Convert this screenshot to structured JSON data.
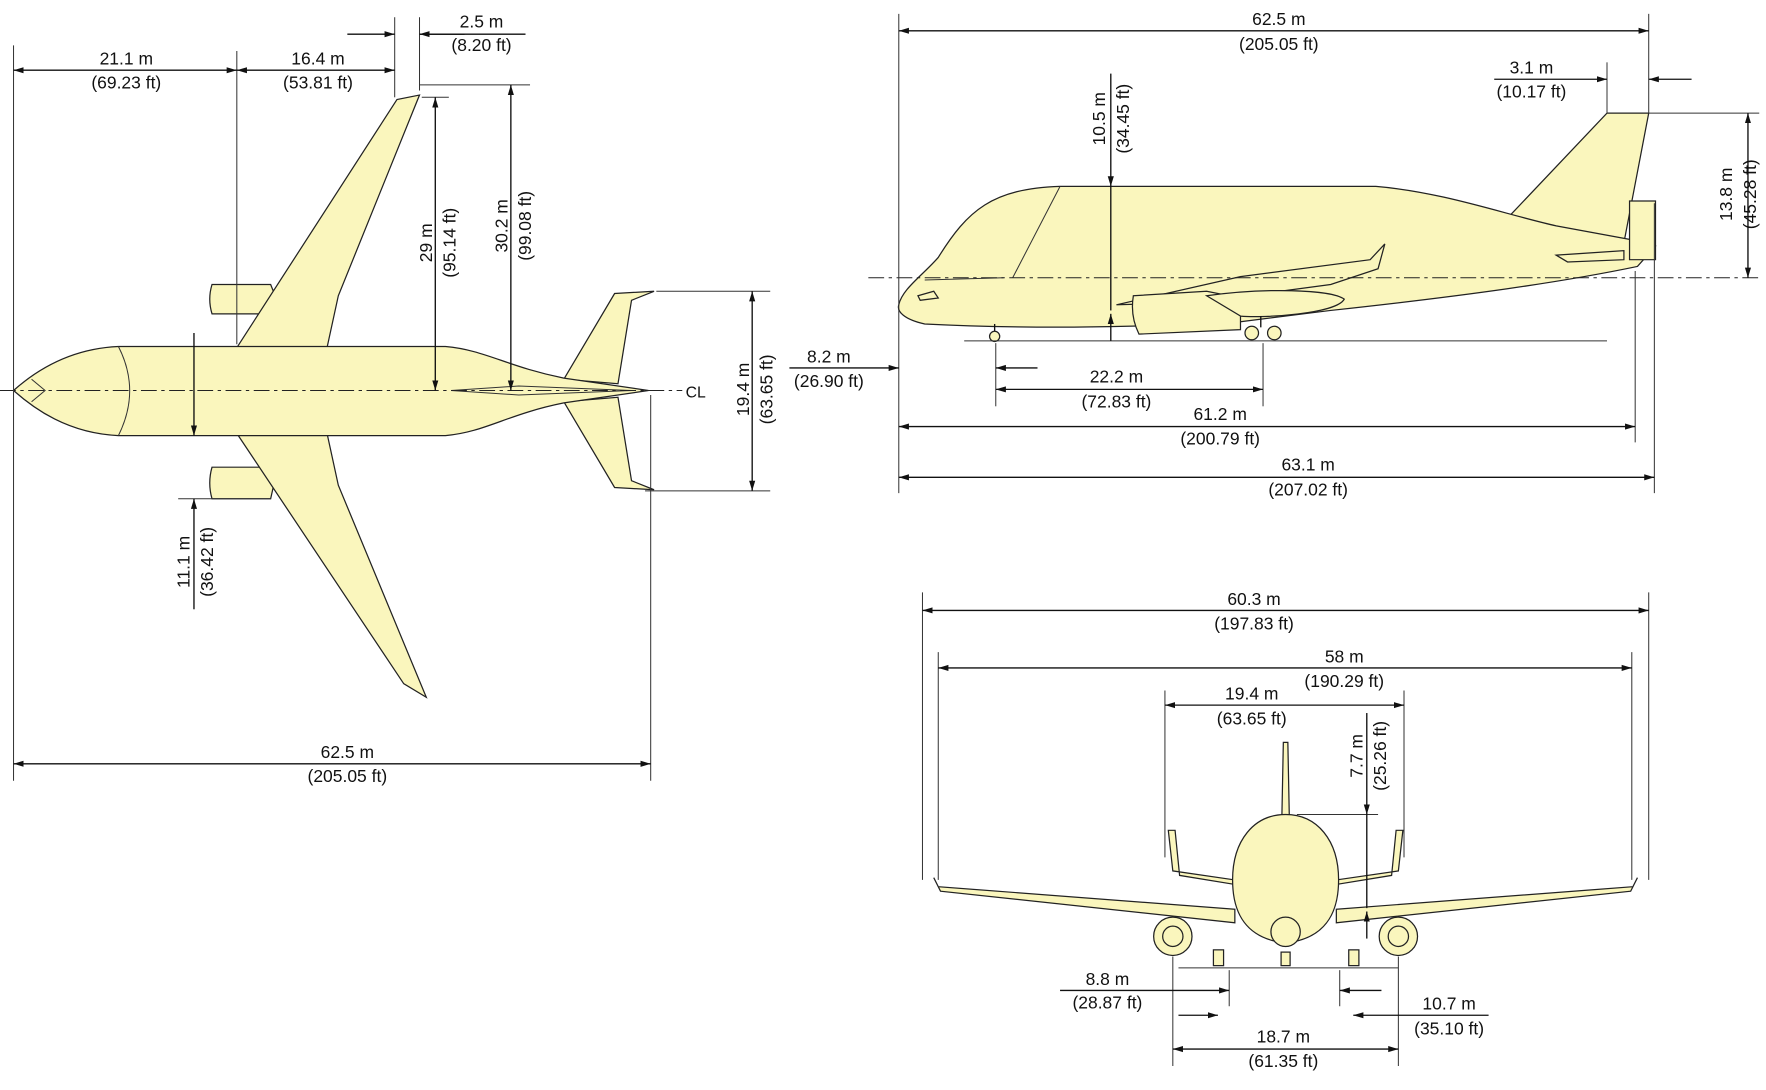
{
  "top_view": {
    "centerline_symbol": "CL",
    "dims": [
      {
        "m": "21.1 m",
        "ft": "(69.23 ft)"
      },
      {
        "m": "16.4 m",
        "ft": "(53.81 ft)"
      },
      {
        "m": "2.5 m",
        "ft": "(8.20 ft)"
      },
      {
        "m": "29 m",
        "ft": "(95.14 ft)"
      },
      {
        "m": "30.2 m",
        "ft": "(99.08 ft)"
      },
      {
        "m": "19.4 m",
        "ft": "(63.65 ft)"
      },
      {
        "m": "11.1 m",
        "ft": "(36.42 ft)"
      },
      {
        "m": "62.5 m",
        "ft": "(205.05 ft)"
      }
    ]
  },
  "side_view": {
    "dims": [
      {
        "m": "62.5 m",
        "ft": "(205.05 ft)"
      },
      {
        "m": "3.1 m",
        "ft": "(10.17 ft)"
      },
      {
        "m": "10.5 m",
        "ft": "(34.45 ft)"
      },
      {
        "m": "13.8 m",
        "ft": "(45.28 ft)"
      },
      {
        "m": "8.2 m",
        "ft": "(26.90 ft)"
      },
      {
        "m": "22.2 m",
        "ft": "(72.83 ft)"
      },
      {
        "m": "61.2 m",
        "ft": "(200.79 ft)"
      },
      {
        "m": "63.1 m",
        "ft": "(207.02 ft)"
      }
    ]
  },
  "front_view": {
    "dims": [
      {
        "m": "60.3 m",
        "ft": "(197.83 ft)"
      },
      {
        "m": "58 m",
        "ft": "(190.29 ft)"
      },
      {
        "m": "19.4 m",
        "ft": "(63.65 ft)"
      },
      {
        "m": "7.7 m",
        "ft": "(25.26 ft)"
      },
      {
        "m": "8.8 m",
        "ft": "(28.87 ft)"
      },
      {
        "m": "10.7 m",
        "ft": "(35.10 ft)"
      },
      {
        "m": "18.7 m",
        "ft": "(61.35 ft)"
      }
    ]
  },
  "colors": {
    "aircraft_fill": "#faf6bd",
    "line": "#111111"
  }
}
